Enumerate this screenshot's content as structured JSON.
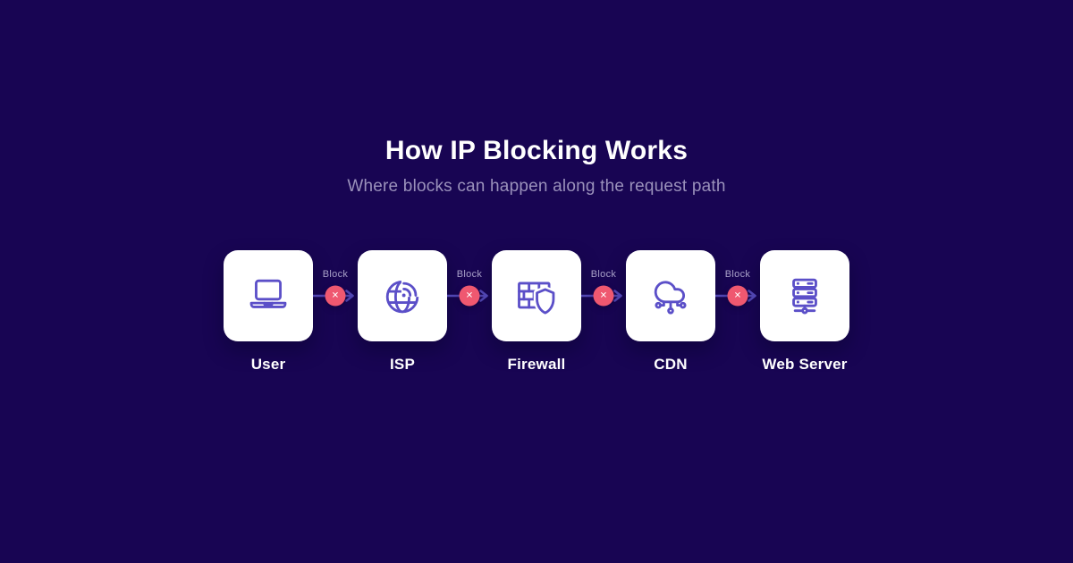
{
  "header": {
    "title": "How IP Blocking Works",
    "subtitle": "Where blocks can happen along the request path"
  },
  "flow": {
    "connector_label": "Block",
    "badge_glyph": "✕",
    "nodes": [
      {
        "label": "User",
        "icon": "laptop-icon"
      },
      {
        "label": "ISP",
        "icon": "globe-wifi-icon"
      },
      {
        "label": "Firewall",
        "icon": "brick-wall-shield-icon"
      },
      {
        "label": "CDN",
        "icon": "cloud-network-icon"
      },
      {
        "label": "Web Server",
        "icon": "server-stack-icon"
      }
    ]
  },
  "colors": {
    "background": "#180553",
    "card": "#FFFFFF",
    "icon_stroke": "#5B4FC8",
    "arrow": "#5146B2",
    "badge": "#EF5870",
    "title": "#FFFFFF",
    "subtitle": "#9A91BB",
    "block_label": "#A8A1C8",
    "node_label": "#FFFFFF"
  }
}
